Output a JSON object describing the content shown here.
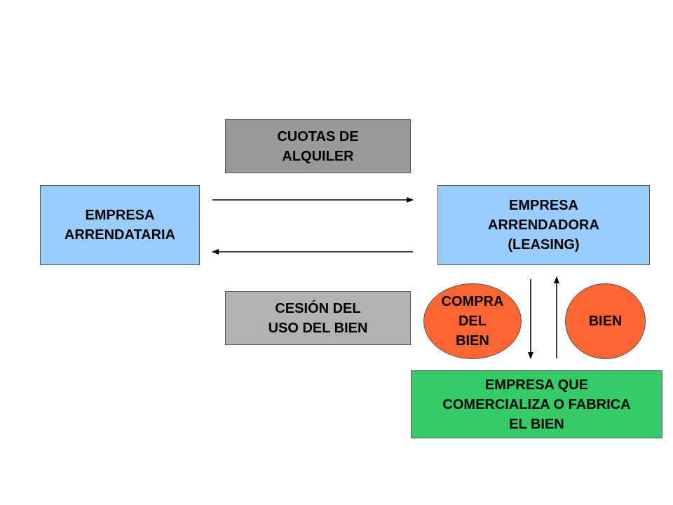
{
  "cuotas_box": {
    "lines": [
      "CUOTAS DE",
      "ALQUILER"
    ],
    "color": "#999999"
  },
  "arrendataria_box": {
    "lines": [
      "EMPRESA",
      "ARRENDATARIA"
    ],
    "color": "#99ccff"
  },
  "arrendadora_box": {
    "lines": [
      "EMPRESA",
      "ARRENDADORA",
      "(LEASING)"
    ],
    "color": "#99ccff"
  },
  "cesion_box": {
    "lines": [
      "CESIÓN DEL",
      "USO DEL BIEN"
    ],
    "color": "#b2b2b2"
  },
  "compra_ellipse": {
    "lines": [
      "COMPRA",
      "DEL",
      "BIEN"
    ],
    "color": "#ff6633"
  },
  "bien_ellipse": {
    "lines": [
      "BIEN"
    ],
    "color": "#ff6633"
  },
  "fabricante_box": {
    "lines": [
      "EMPRESA QUE",
      "COMERCIALIZA O FABRICA",
      "EL BIEN"
    ],
    "color": "#33cc66"
  }
}
